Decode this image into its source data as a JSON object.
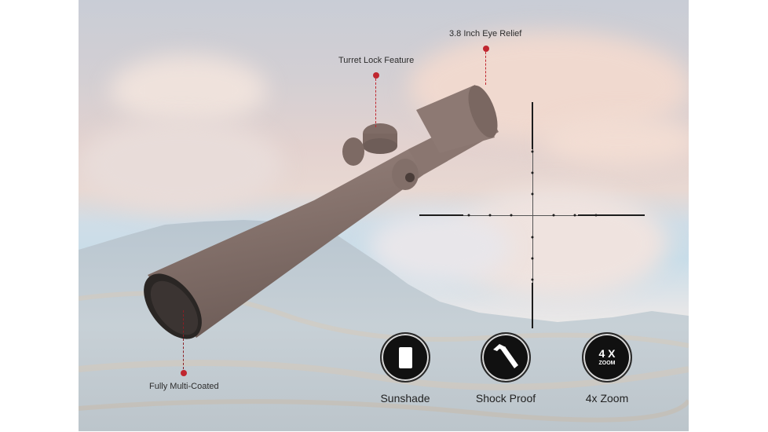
{
  "colors": {
    "pin": "#c0262f",
    "badge": "#111111",
    "scope_body": "#8a7670",
    "text": "#2d2d2d"
  },
  "callouts": [
    {
      "id": "eye-relief",
      "label": "3.8 Inch Eye Relief"
    },
    {
      "id": "turret-lock",
      "label": "Turret Lock Feature"
    },
    {
      "id": "multi-coated",
      "label": "Fully Multi-Coated"
    }
  ],
  "features": [
    {
      "icon": "sunshade-icon",
      "label": "Sunshade"
    },
    {
      "icon": "hammer-icon",
      "label": "Shock Proof"
    },
    {
      "icon": "zoom-4x-icon",
      "label": "4x Zoom",
      "icon_text_top": "4 X",
      "icon_text_bottom": "ZOOM"
    }
  ],
  "reticle": {
    "type": "mil-dot crosshair"
  }
}
